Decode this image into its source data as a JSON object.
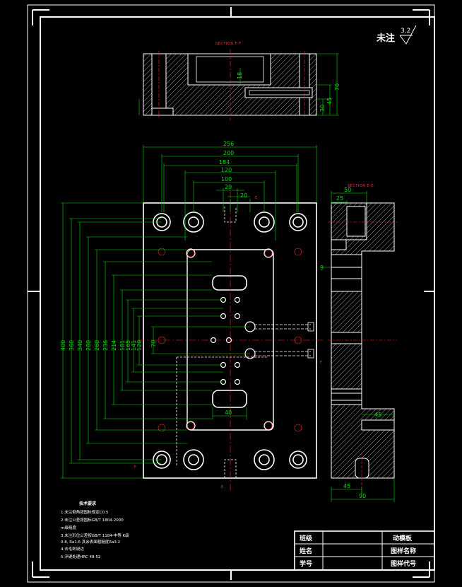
{
  "drawing": {
    "roughness_note": "未注",
    "roughness_value": "3.2",
    "section_top": "SECTION F-F",
    "section_right": "SECTION E-E",
    "cut_e": "E",
    "cut_f": "F"
  },
  "dims_top": {
    "d18": "18",
    "d30": "30",
    "d45": "45",
    "d70": "70"
  },
  "dims_main_h": {
    "d256": "256",
    "d200": "200",
    "d184": "184",
    "d120": "120",
    "d100": "100",
    "d29": "29",
    "d20": "20",
    "d40": "40"
  },
  "dims_main_v": {
    "d400": "400",
    "d360": "360",
    "d340": "340",
    "d280": "280",
    "d260": "260",
    "d236": "236",
    "d214": "214",
    "d181": "181",
    "d165": "165",
    "d141": "141",
    "d120": "120",
    "d70": "70"
  },
  "dims_side": {
    "d50": "50",
    "d25": "25",
    "d9": "9",
    "d45a": "45",
    "d45b": "45",
    "d90": "90"
  },
  "notes": {
    "heading": "技术要求",
    "items": [
      "1.未注倒角按国标规定C0.5",
      "2.未注公差按国标GB/T 1804-2000",
      "   m级精度",
      "3.未注形位公差按GB/T 1184-中等 K级",
      "   0.8, Ra1.6 其余表面粗糙度Ra3.2",
      "4.去毛刺锐边",
      "5.淬硬处理HRC 48-52"
    ]
  },
  "title_block": {
    "r1c1": "班级",
    "r1c3": "动模板",
    "r2c1": "姓名",
    "r2c3": "图样名称",
    "r3c1": "学号",
    "r3c3": "图样代号"
  }
}
